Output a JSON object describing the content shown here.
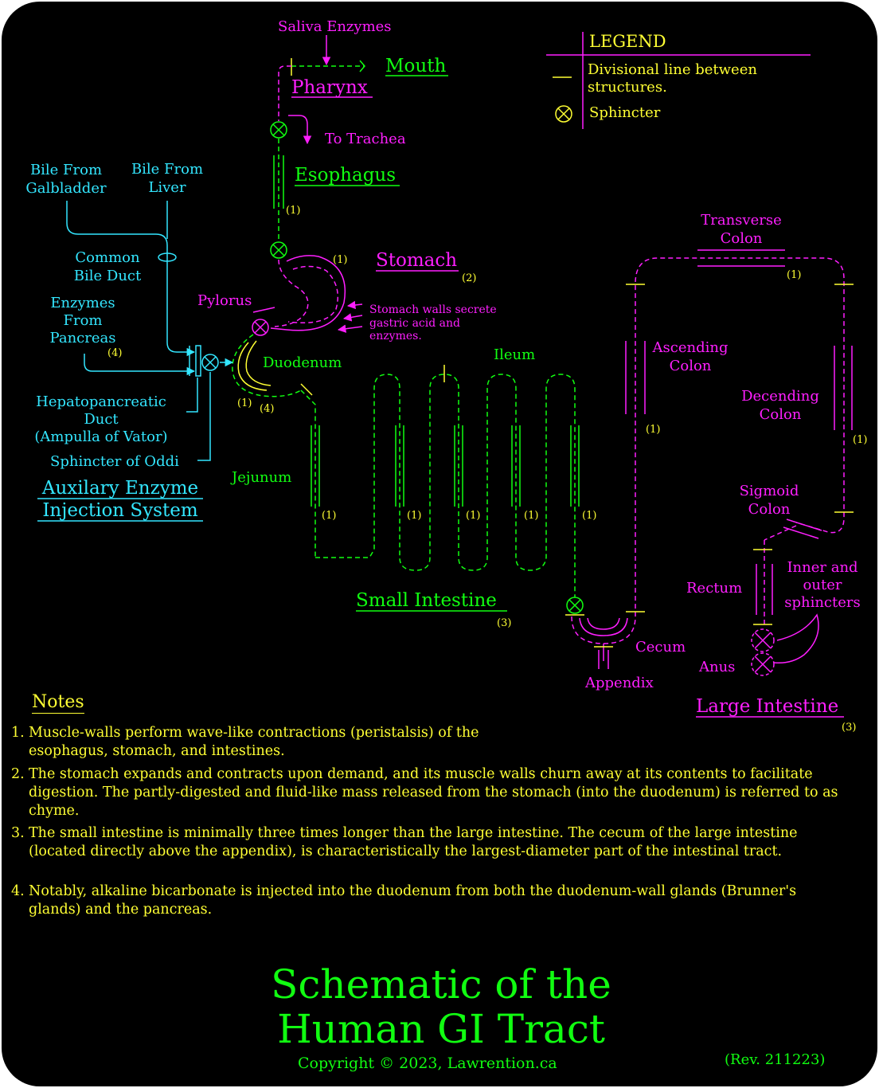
{
  "labels": {
    "saliva": "Saliva Enzymes",
    "mouth": "Mouth",
    "pharynx": "Pharynx",
    "to_trachea": "To Trachea",
    "esophagus": "Esophagus",
    "stomach": "Stomach",
    "stomach_note_1": "Stomach walls secrete",
    "stomach_note_2": "gastric acid and",
    "stomach_note_3": "enzymes.",
    "pylorus": "Pylorus",
    "duodenum": "Duodenum",
    "ileum": "Ileum",
    "jejunum": "Jejunum",
    "small_intestine": "Small Intestine",
    "transverse_1": "Transverse",
    "transverse_2": "Colon",
    "ascending_1": "Ascending",
    "ascending_2": "Colon",
    "decending_1": "Decending",
    "decending_2": "Colon",
    "sigmoid_1": "Sigmoid",
    "sigmoid_2": "Colon",
    "rectum": "Rectum",
    "sphinct_1": "Inner and",
    "sphinct_2": "outer",
    "sphinct_3": "sphincters",
    "cecum": "Cecum",
    "anus": "Anus",
    "appendix": "Appendix",
    "large_intestine": "Large Intestine",
    "bile_gall_1": "Bile From",
    "bile_gall_2": "Galbladder",
    "bile_liver_1": "Bile From",
    "bile_liver_2": "Liver",
    "common_1": "Common",
    "common_2": "Bile Duct",
    "enz_1": "Enzymes",
    "enz_2": "From",
    "enz_3": "Pancreas",
    "hepato_1": "Hepatopancreatic",
    "hepato_2": "Duct",
    "hepato_3": "(Ampulla of Vator)",
    "oddi": "Sphincter of Oddi",
    "aux_1": "Auxilary Enzyme",
    "aux_2": "Injection System"
  },
  "refs": {
    "r1": "(1)",
    "r2": "(2)",
    "r3": "(3)",
    "r4": "(4)"
  },
  "legend": {
    "title": "LEGEND",
    "item1_line1": "Divisional line between",
    "item1_line2": "structures.",
    "item2": "Sphincter"
  },
  "notes": {
    "heading": "Notes",
    "items": [
      {
        "num": "1.",
        "text": "Muscle-walls perform wave-like contractions (peristalsis) of the esophagus, stomach, and intestines."
      },
      {
        "num": "2.",
        "text": "The stomach expands and contracts upon demand, and its muscle walls churn away at its contents to facilitate digestion. The partly-digested and fluid-like mass released from the stomach (into the duodenum) is referred to as chyme."
      },
      {
        "num": "3.",
        "text": "The small intestine is minimally three times longer than the large intestine. The cecum of the large intestine (located directly above the appendix), is characteristically the largest-diameter part of the intestinal tract."
      },
      {
        "num": "4.",
        "text": "Notably, alkaline bicarbonate is injected into the duodenum from both the duodenum-wall glands (Brunner's glands) and the pancreas."
      }
    ]
  },
  "title_line1": "Schematic of the",
  "title_line2": "Human GI Tract",
  "copyright": "Copyright ©  2023, Lawrention.ca",
  "revision": "(Rev. 211223)",
  "colors": {
    "background": "#000000",
    "magenta": "#ff1fff",
    "green": "#11ff11",
    "cyan": "#33e6ff",
    "yellow": "#ffff33"
  }
}
